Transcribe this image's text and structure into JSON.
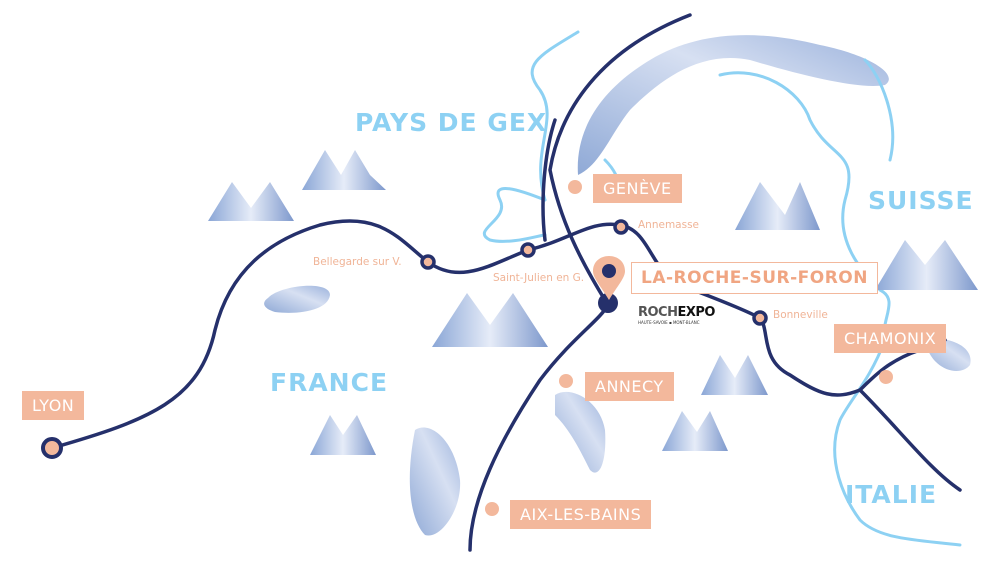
{
  "regions": {
    "pays_de_gex": "PAYS DE GEX",
    "suisse": "SUISSE",
    "france": "FRANCE",
    "italie": "ITALIE"
  },
  "cities": {
    "geneve": "GENÈVE",
    "lyon": "LYON",
    "chamonix": "CHAMONIX",
    "annecy": "ANNECY",
    "aix": "AIX-LES-BAINS",
    "la_roche": "LA-ROCHE-SUR-FORON"
  },
  "stops": {
    "bellegarde": "Bellegarde sur V.",
    "saint_julien": "Saint-Julien en G.",
    "annemasse": "Annemasse",
    "bonneville": "Bonneville"
  },
  "logo": {
    "name_part1": "ROCH",
    "name_part2": "EXPO",
    "tagline": "HAUTE-SAVOIE ▪ MONT-BLANC"
  },
  "colors": {
    "route": "#25306b",
    "accent": "#f3b89c",
    "river": "#8dd1f3"
  }
}
